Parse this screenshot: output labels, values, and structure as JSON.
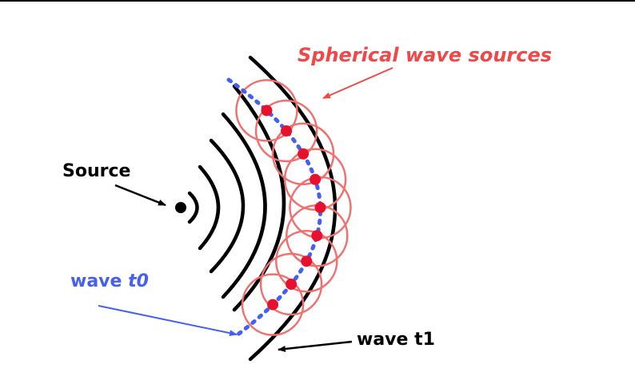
{
  "labels": {
    "source": "Source",
    "spherical_wave_sources": "Spherical wave sources",
    "wave_t0_prefix": "wave ",
    "wave_t0_var": "t0",
    "wave_t1": "wave t1"
  },
  "colors": {
    "black": "#000000",
    "red_label": "#f04848",
    "red_circle": "#f07070",
    "red_dot": "#e8112d",
    "blue": "#4560f0"
  }
}
